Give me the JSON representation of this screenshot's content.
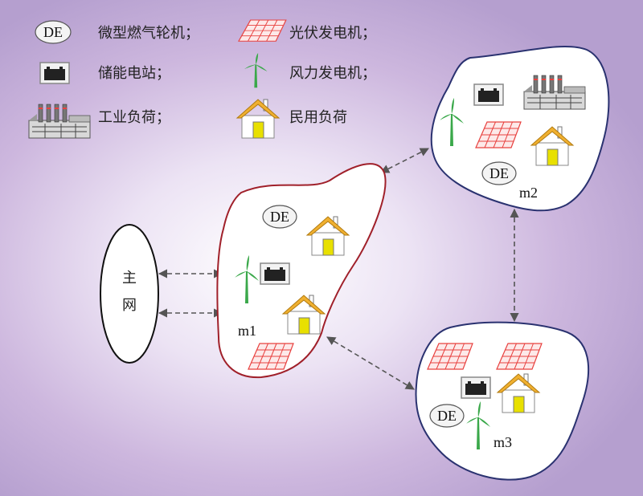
{
  "legend": {
    "de_symbol": "DE",
    "de_label": "微型燃气轮机；",
    "pv_label": "光伏发电机；",
    "storage_label": "储能电站；",
    "wind_label": "风力发电机；",
    "industry_label": "工业负荷；",
    "residential_label": "民用负荷"
  },
  "grid": {
    "label_line1": "主",
    "label_line2": "网"
  },
  "microgrids": {
    "m1": {
      "label": "m1",
      "de": "DE"
    },
    "m2": {
      "label": "m2",
      "de": "DE"
    },
    "m3": {
      "label": "m3",
      "de": "DE"
    }
  },
  "colors": {
    "m1_border": "#a0202a",
    "m_border": "#2a3270",
    "wind": "#3aa84a",
    "pv": "#e8413f",
    "house_door": "#e8e000",
    "arrow": "#555555"
  }
}
